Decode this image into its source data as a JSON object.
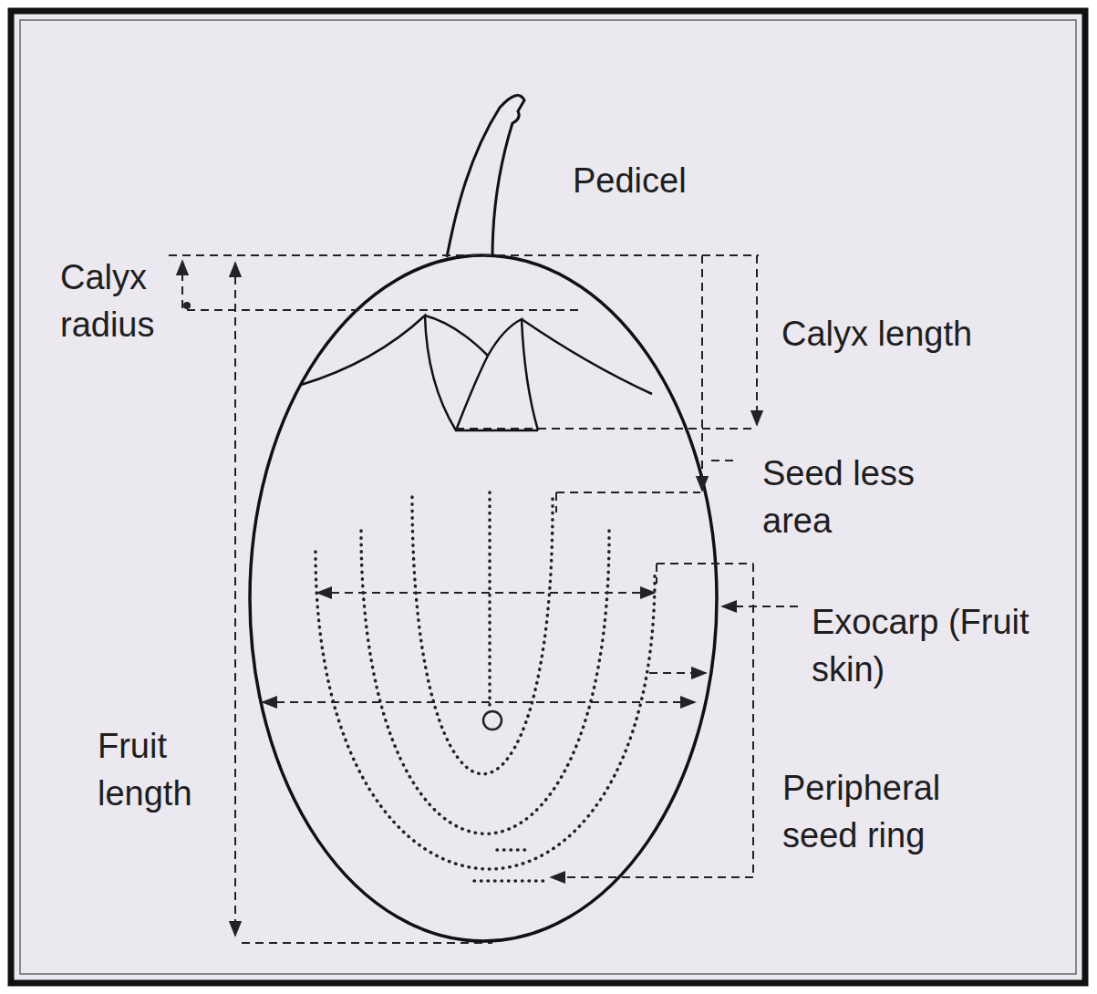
{
  "diagram": {
    "labels": [
      "Pedicel",
      "Calyx radius",
      "Calyx length",
      "Seed less area",
      "Exocarp (Fruit skin)",
      "Fruit length",
      "Peripheral seed ring"
    ]
  }
}
